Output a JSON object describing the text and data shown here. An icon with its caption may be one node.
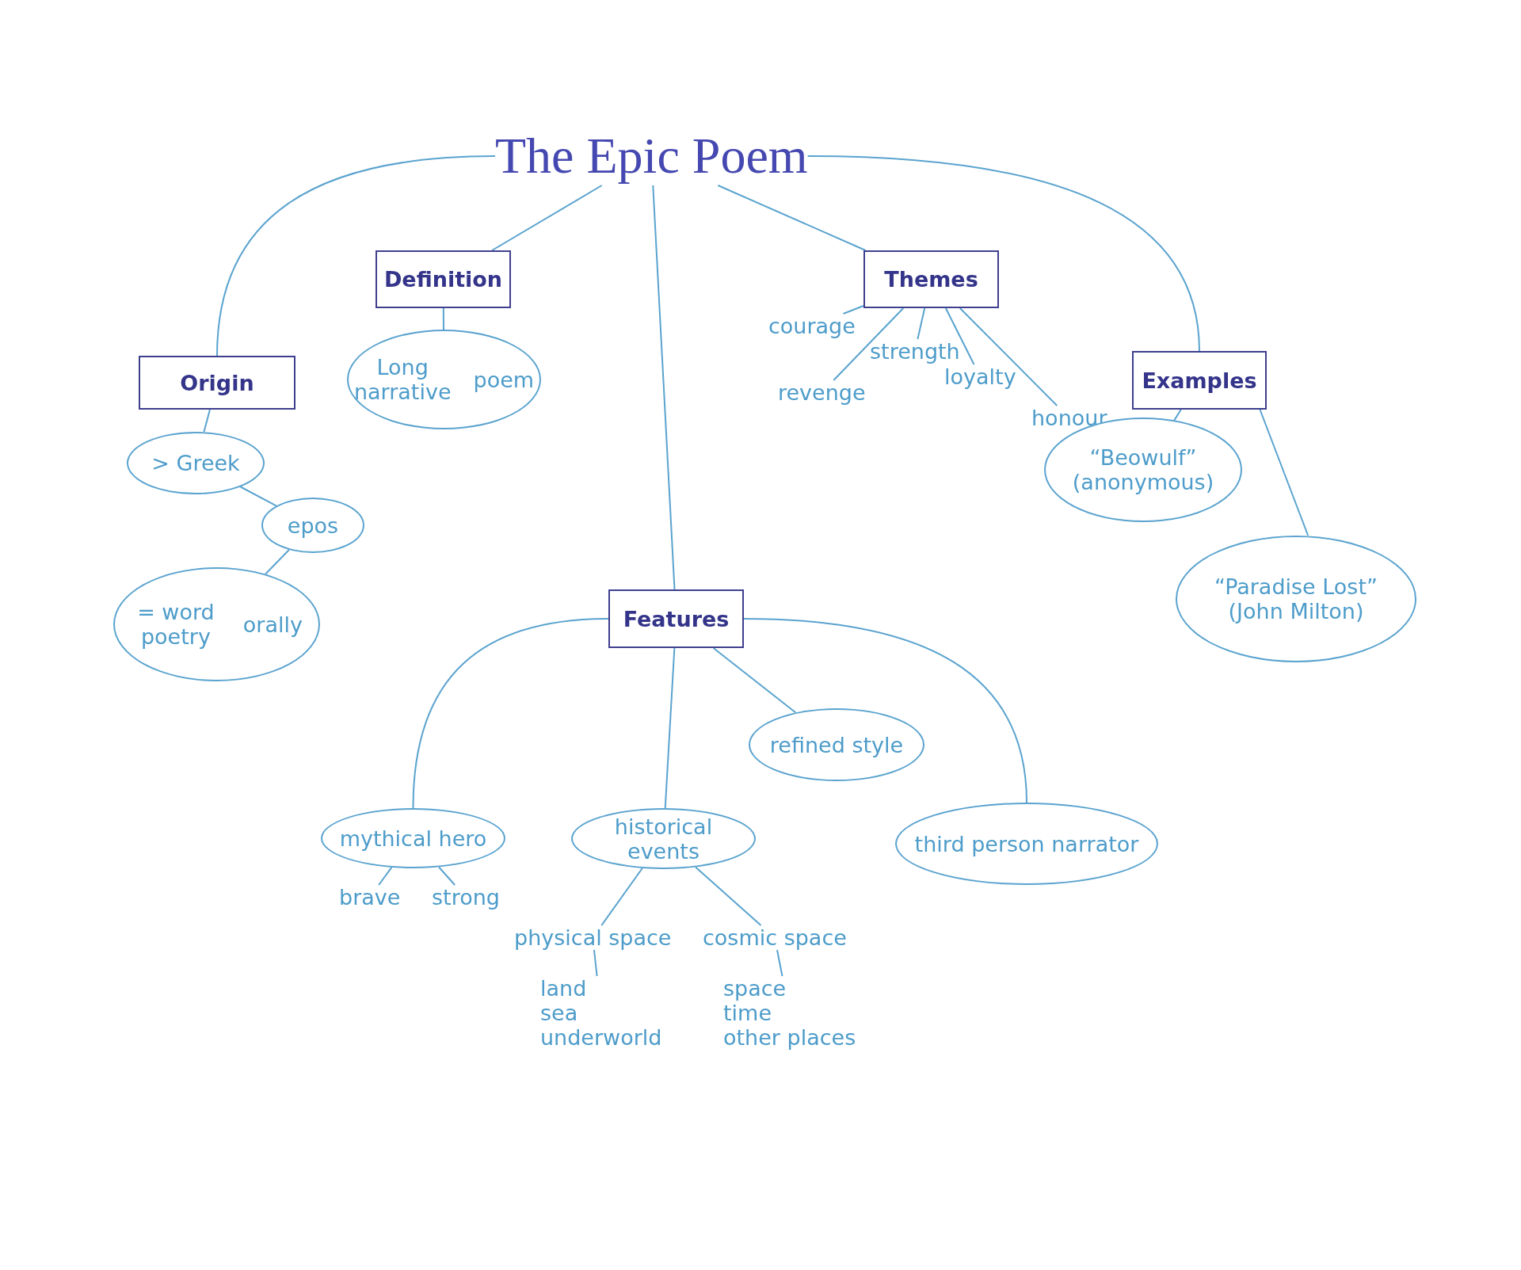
{
  "diagram": {
    "nodes": [
      {
        "text": [
          "The Epic Poem"
        ]
      },
      {
        "text": [
          "Definition"
        ]
      },
      {
        "text": [
          "Long narrative",
          "poem"
        ]
      },
      {
        "text": [
          "Origin"
        ]
      },
      {
        "text": [
          "> Greek"
        ]
      },
      {
        "text": [
          "epos"
        ]
      },
      {
        "text": [
          "= word poetry",
          "orally"
        ]
      },
      {
        "text": [
          "Themes"
        ]
      },
      {
        "text": [
          "courage"
        ]
      },
      {
        "text": [
          "strength"
        ]
      },
      {
        "text": [
          "revenge"
        ]
      },
      {
        "text": [
          "loyalty"
        ]
      },
      {
        "text": [
          "honour"
        ]
      },
      {
        "text": [
          "Examples"
        ]
      },
      {
        "text": [
          "“Beowulf” (anonymous)"
        ]
      },
      {
        "text": [
          "“Paradise Lost” (John Milton)"
        ]
      },
      {
        "text": [
          "Features"
        ]
      },
      {
        "text": [
          "refined style"
        ]
      },
      {
        "text": [
          "mythical hero"
        ]
      },
      {
        "text": [
          "historical events"
        ]
      },
      {
        "text": [
          "third person narrator"
        ]
      },
      {
        "text": [
          "brave"
        ]
      },
      {
        "text": [
          "strong"
        ]
      },
      {
        "text": [
          "physical space"
        ]
      },
      {
        "text": [
          "cosmic space"
        ]
      },
      {
        "text": [
          "land",
          "sea",
          "underworld"
        ]
      },
      {
        "text": [
          "space",
          "time",
          "other places"
        ]
      }
    ],
    "edges": [
      {
        "from": 0,
        "to": 1,
        "arrow": "none"
      },
      {
        "from": 0,
        "to": 3,
        "arrow": "none"
      },
      {
        "from": 0,
        "to": 16,
        "arrow": "none"
      },
      {
        "from": 0,
        "to": 7,
        "arrow": "none"
      },
      {
        "from": 0,
        "to": 13,
        "arrow": "none"
      },
      {
        "from": 1,
        "to": 2,
        "arrow": "none"
      },
      {
        "from": 3,
        "to": 4,
        "arrow": "none"
      },
      {
        "from": 4,
        "to": 5,
        "arrow": "none"
      },
      {
        "from": 5,
        "to": 6,
        "arrow": "none"
      },
      {
        "from": 7,
        "to": 8,
        "arrow": "none"
      },
      {
        "from": 7,
        "to": 9,
        "arrow": "none"
      },
      {
        "from": 7,
        "to": 10,
        "arrow": "none"
      },
      {
        "from": 7,
        "to": 11,
        "arrow": "none"
      },
      {
        "from": 7,
        "to": 12,
        "arrow": "none"
      },
      {
        "from": 13,
        "to": 14,
        "arrow": "none"
      },
      {
        "from": 13,
        "to": 15,
        "arrow": "none"
      },
      {
        "from": 16,
        "to": 17,
        "arrow": "none"
      },
      {
        "from": 16,
        "to": 18,
        "arrow": "none"
      },
      {
        "from": 16,
        "to": 19,
        "arrow": "none"
      },
      {
        "from": 16,
        "to": 20,
        "arrow": "none"
      },
      {
        "from": 18,
        "to": 21,
        "arrow": "none"
      },
      {
        "from": 18,
        "to": 22,
        "arrow": "none"
      },
      {
        "from": 19,
        "to": 23,
        "arrow": "none"
      },
      {
        "from": 19,
        "to": 24,
        "arrow": "none"
      },
      {
        "from": 23,
        "to": 25,
        "arrow": "none"
      },
      {
        "from": 24,
        "to": 26,
        "arrow": "none"
      }
    ]
  }
}
